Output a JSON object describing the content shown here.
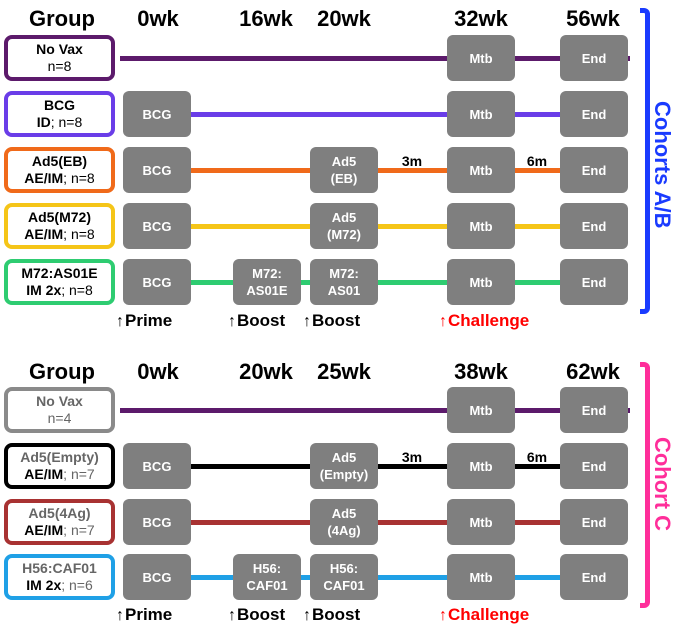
{
  "cohort_ab": {
    "label": "Cohorts A/B",
    "color": "#1a3bff",
    "header": {
      "group": "Group",
      "t0": "0wk",
      "t1": "16wk",
      "t2": "20wk",
      "t3": "32wk",
      "t4": "56wk"
    },
    "rows": [
      {
        "name": "No Vax",
        "sub": "n=8",
        "color": "#5c1a6b",
        "line_color": "#5c1a6b",
        "blocks": [
          "Mtb",
          "End"
        ]
      },
      {
        "name": "BCG",
        "sub_bold": "ID",
        "sub": "; n=8",
        "color": "#6a3de8",
        "line_color": "#6a3de8",
        "blocks": [
          "BCG",
          "Mtb",
          "End"
        ]
      },
      {
        "name": "Ad5(EB)",
        "sub_bold": "AE/IM",
        "sub": "; n=8",
        "color": "#f06a1a",
        "line_color": "#f06a1a",
        "blocks": [
          "BCG",
          "Ad5\n(EB)",
          "Mtb",
          "End"
        ],
        "gap1": "3m",
        "gap2": "6m"
      },
      {
        "name": "Ad5(M72)",
        "sub_bold": "AE/IM",
        "sub": "; n=8",
        "color": "#f5c518",
        "line_color": "#f5c518",
        "blocks": [
          "BCG",
          "Ad5\n(M72)",
          "Mtb",
          "End"
        ]
      },
      {
        "name": "M72:AS01E",
        "sub_bold": "IM 2x",
        "sub": "; n=8",
        "color": "#2ecc71",
        "line_color": "#2ecc71",
        "blocks": [
          "BCG",
          "M72:\nAS01E",
          "M72:\nAS01",
          "Mtb",
          "End"
        ]
      }
    ],
    "events": {
      "prime": "Prime",
      "boost1": "Boost",
      "boost2": "Boost",
      "challenge": "Challenge"
    }
  },
  "cohort_c": {
    "label": "Cohort C",
    "color": "#ff2e9a",
    "header": {
      "group": "Group",
      "t0": "0wk",
      "t1": "20wk",
      "t2": "25wk",
      "t3": "38wk",
      "t4": "62wk"
    },
    "rows": [
      {
        "name": "No Vax",
        "sub": "n=4",
        "color": "#8a8a8a",
        "line_color": "#5c1a6b",
        "blocks": [
          "Mtb",
          "End"
        ]
      },
      {
        "name": "Ad5(Empty)",
        "sub_bold": "AE/IM",
        "sub": "; n=7",
        "color": "#000000",
        "line_color": "#000000",
        "blocks": [
          "BCG",
          "Ad5\n(Empty)",
          "Mtb",
          "End"
        ],
        "gap1": "3m",
        "gap2": "6m"
      },
      {
        "name": "Ad5(4Ag)",
        "sub_bold": "AE/IM",
        "sub": "; n=7",
        "color": "#a83232",
        "line_color": "#a83232",
        "blocks": [
          "BCG",
          "Ad5\n(4Ag)",
          "Mtb",
          "End"
        ]
      },
      {
        "name": "H56:CAF01",
        "sub_bold": "IM 2x",
        "sub": "; n=6",
        "color": "#1fa0e6",
        "line_color": "#1fa0e6",
        "blocks": [
          "BCG",
          "H56:\nCAF01",
          "H56:\nCAF01",
          "Mtb",
          "End"
        ]
      }
    ],
    "events": {
      "prime": "Prime",
      "boost1": "Boost",
      "boost2": "Boost",
      "challenge": "Challenge"
    }
  }
}
